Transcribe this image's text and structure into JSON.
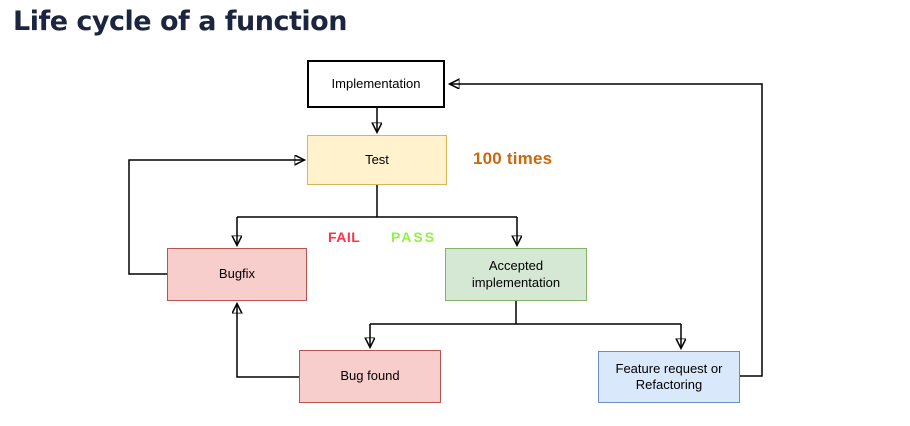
{
  "page": {
    "title": "Life cycle of a function",
    "title_color": "#1b2540",
    "background": "#ffffff",
    "line_color": "#000000"
  },
  "diagram": {
    "nodes": [
      {
        "id": "implementation",
        "label": "Implementation",
        "fill": "#ffffff",
        "border": "#000000"
      },
      {
        "id": "test",
        "label": "Test",
        "fill": "#fff2cc",
        "border": "#d6b656"
      },
      {
        "id": "bugfix",
        "label": "Bugfix",
        "fill": "#f8cecc",
        "border": "#b85450"
      },
      {
        "id": "accepted",
        "label": "Accepted implementation",
        "fill": "#d5e8d4",
        "border": "#82b366"
      },
      {
        "id": "bug-found",
        "label": "Bug found",
        "fill": "#f8cecc",
        "border": "#b85450"
      },
      {
        "id": "feature",
        "label": "Feature request or Refactoring",
        "fill": "#dae8fc",
        "border": "#6c8ebf"
      }
    ],
    "annotations": {
      "times": {
        "text": "100 times",
        "color": "#c8690e"
      },
      "fail": {
        "text": "FAIL",
        "color": "#ff3347"
      },
      "pass": {
        "text": "PASS",
        "color": "#8df43f"
      }
    },
    "edges": [
      {
        "from": "implementation",
        "to": "test"
      },
      {
        "from": "test",
        "to": "bugfix",
        "label": "FAIL"
      },
      {
        "from": "test",
        "to": "accepted",
        "label": "PASS"
      },
      {
        "from": "bugfix",
        "to": "test"
      },
      {
        "from": "accepted",
        "to": "bug-found"
      },
      {
        "from": "accepted",
        "to": "feature"
      },
      {
        "from": "bug-found",
        "to": "bugfix"
      },
      {
        "from": "feature",
        "to": "implementation",
        "label": "100 times"
      }
    ]
  }
}
